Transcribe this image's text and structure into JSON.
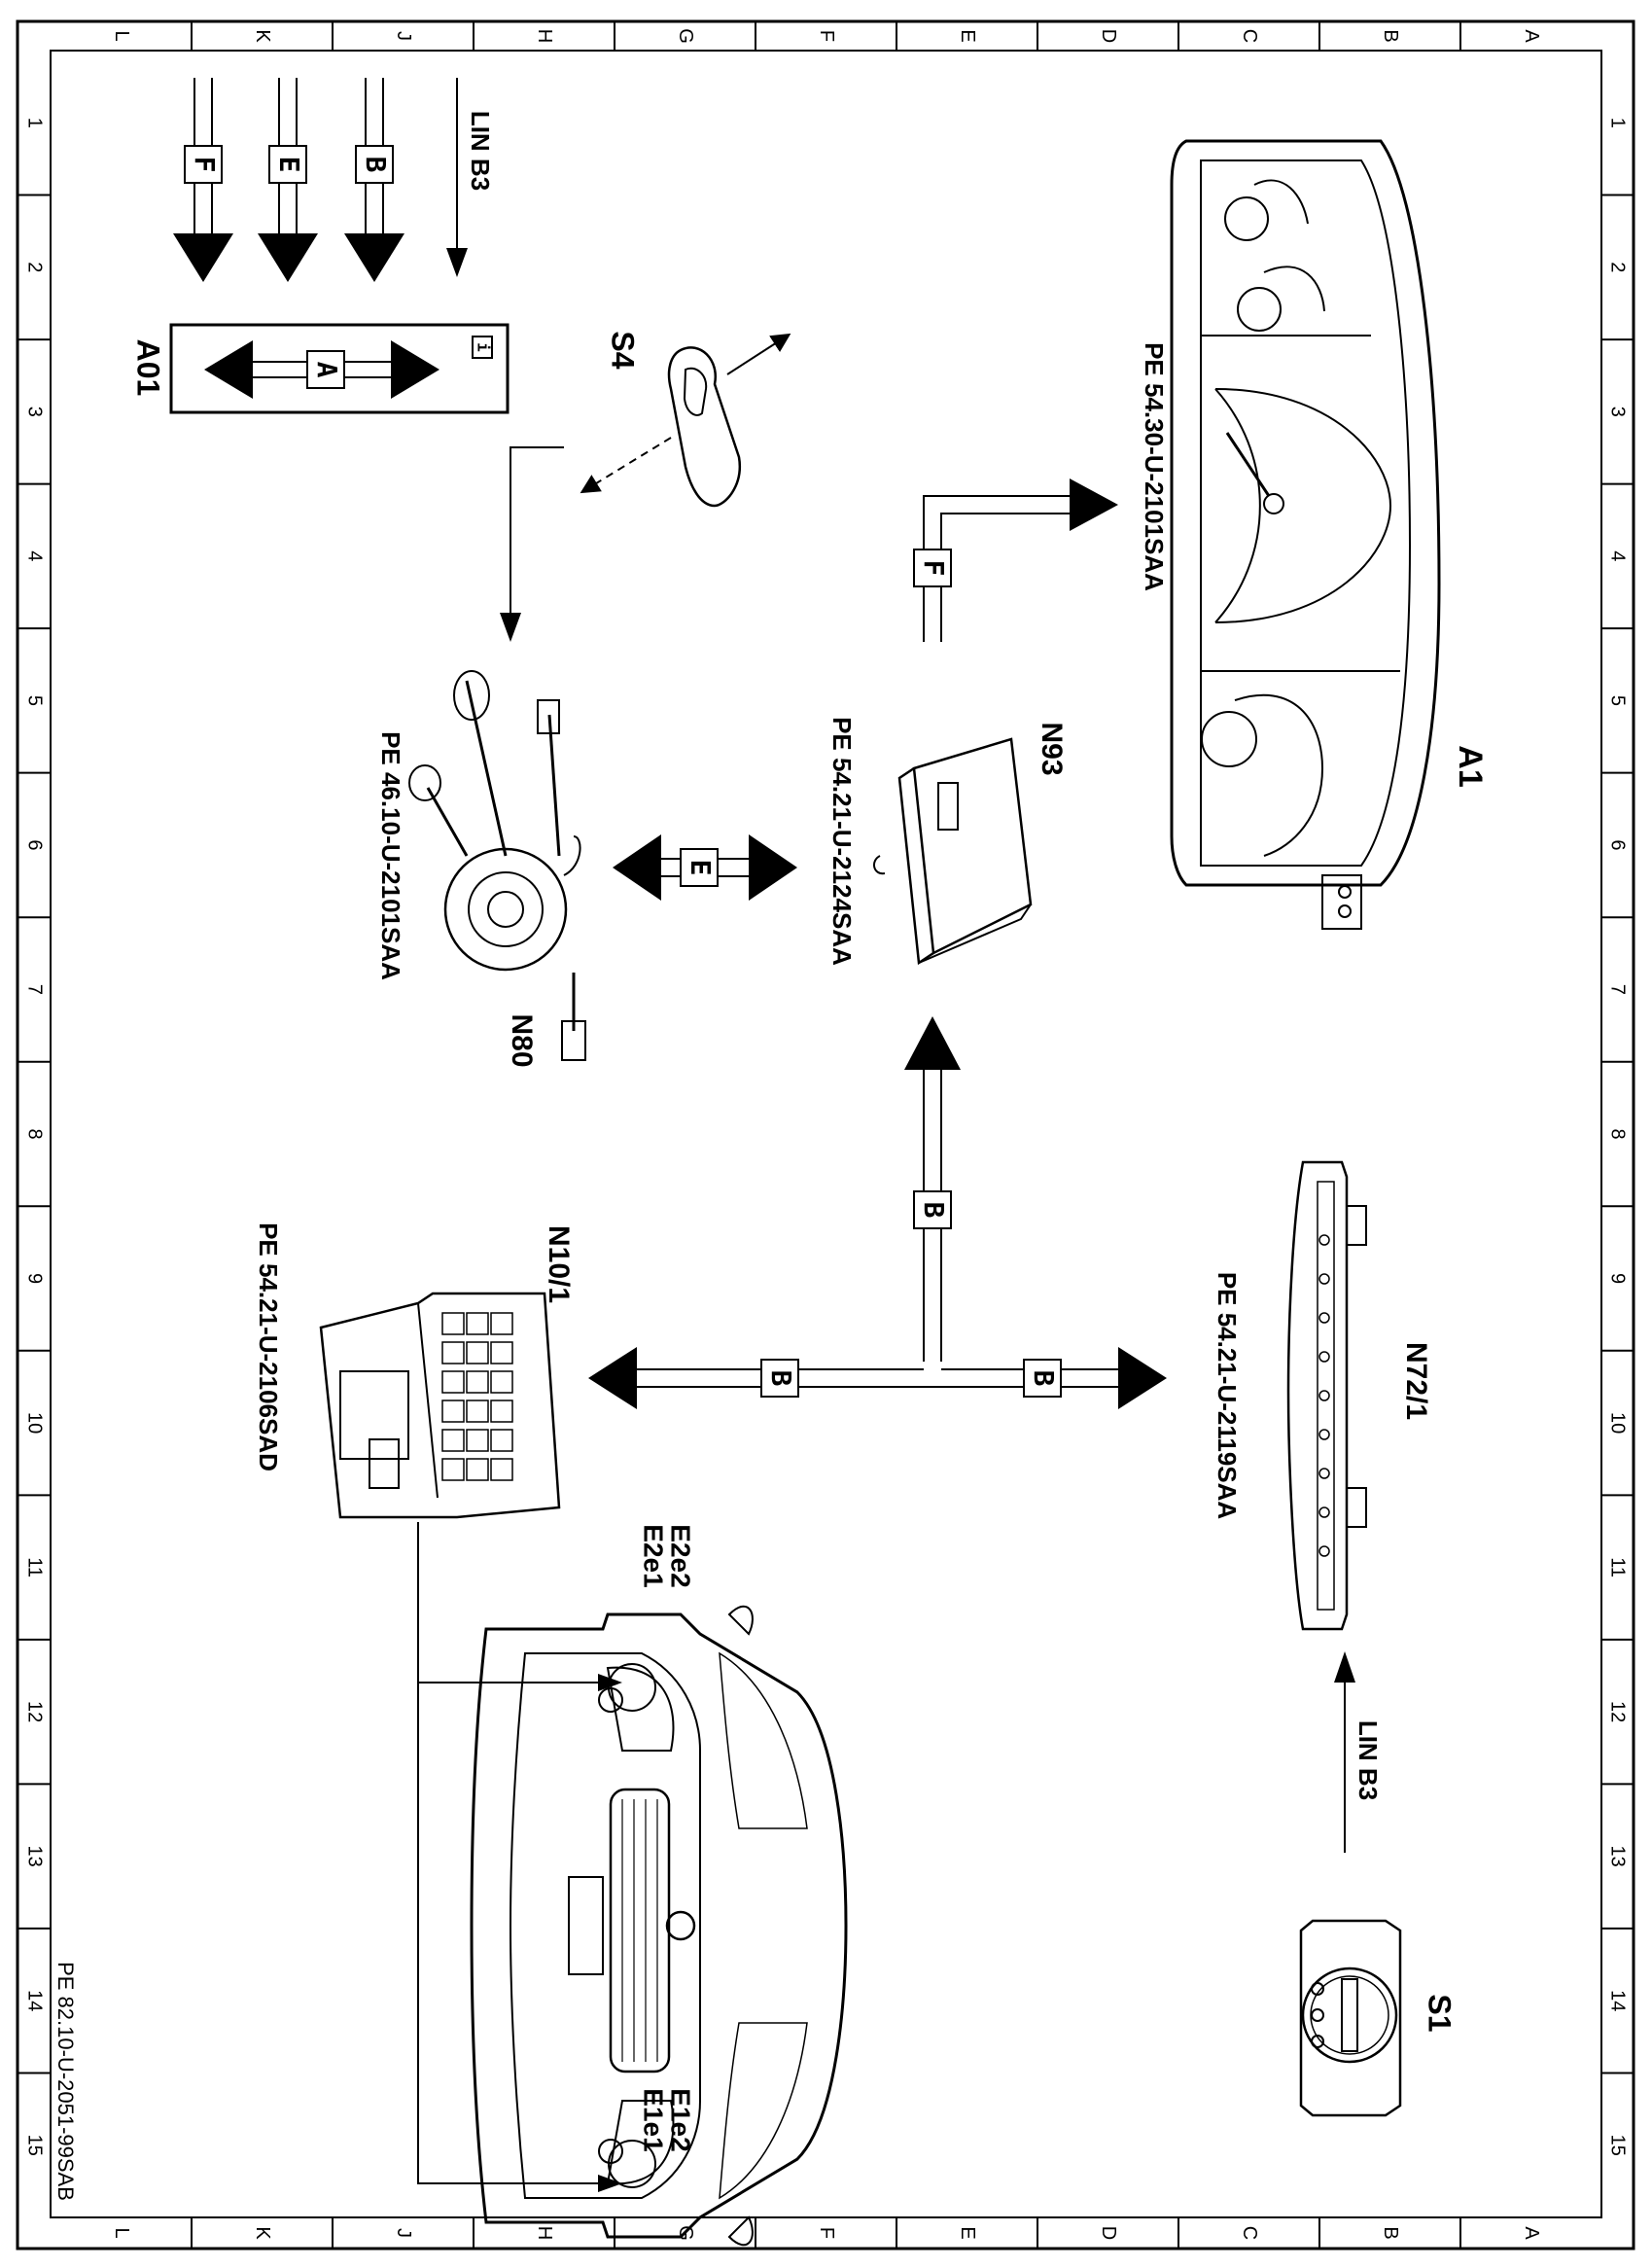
{
  "grid": {
    "columns": [
      "L",
      "K",
      "J",
      "H",
      "G",
      "F",
      "E",
      "D",
      "C",
      "B",
      "A"
    ],
    "rows": [
      "1",
      "2",
      "3",
      "4",
      "5",
      "6",
      "7",
      "8",
      "9",
      "10",
      "11",
      "12",
      "13",
      "14",
      "15"
    ]
  },
  "lin_bus_top": "LIN B3",
  "lin_bus_right": "LIN B3",
  "bus_top": [
    "F",
    "E",
    "B"
  ],
  "components": {
    "a01": {
      "label": "A01",
      "info": "i",
      "bus": "A"
    },
    "s4": {
      "label": "S4"
    },
    "a1": {
      "label": "A1",
      "ref": "PE 54.30-U-2101SAA",
      "bus": "F"
    },
    "n93": {
      "label": "N93",
      "ref": "PE 54.21-U-2124SAA"
    },
    "n80": {
      "label": "N80",
      "ref": "PE 46.10-U-2101SAA",
      "bus": "E"
    },
    "n10": {
      "label": "N10/1",
      "ref": "PE 54.21-U-2106SAD",
      "bus": "B"
    },
    "n72": {
      "label": "N72/1",
      "ref": "PE 54.21-U-2119SAA",
      "bus": "B"
    },
    "s1": {
      "label": "S1"
    },
    "e2": {
      "label1": "E2e2",
      "label2": "E2e1"
    },
    "e1": {
      "label1": "E1e2",
      "label2": "E1e1"
    }
  },
  "bus_vertical": "B",
  "footer": "PE 82.10-U-2051-99SAB"
}
